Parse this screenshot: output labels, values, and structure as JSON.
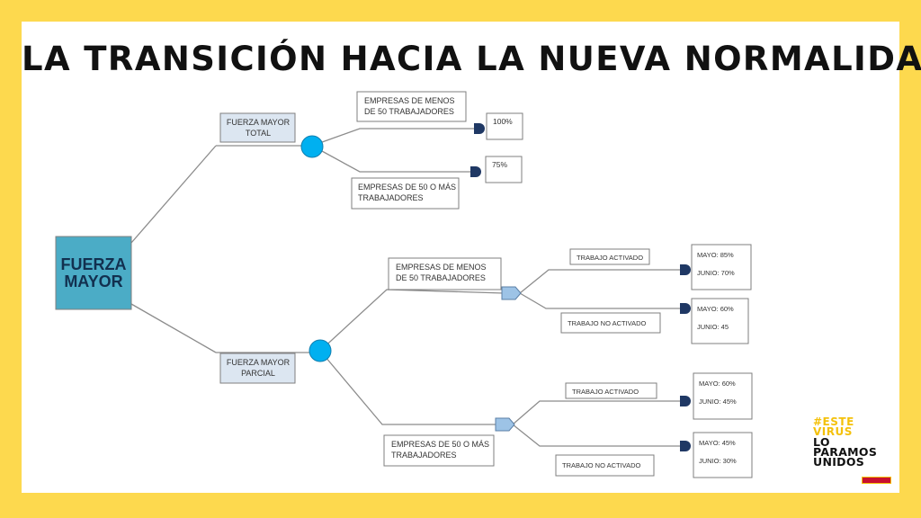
{
  "title": "LA TRANSICIÓN HACIA LA NUEVA NORMALIDAD",
  "colors": {
    "background": "#FDD94E",
    "root_fill": "#4BACC6",
    "chance_node": "#00B0F0",
    "decision_node": "#9DC3E6",
    "terminal": "#1F3864",
    "label_fill": "#DCE6F1"
  },
  "diagram": {
    "root": {
      "label_lines": [
        "FUERZA",
        "MAYOR"
      ]
    },
    "branches": [
      {
        "label_lines": [
          "FUERZA MAYOR",
          "TOTAL"
        ],
        "children": [
          {
            "label_lines": [
              "EMPRESAS DE MENOS",
              "DE 50 TRABAJADORES"
            ],
            "results": [
              "100%"
            ]
          },
          {
            "label_lines": [
              "EMPRESAS DE 50 O MÁS",
              "TRABAJADORES"
            ],
            "results": [
              "75%"
            ]
          }
        ]
      },
      {
        "label_lines": [
          "FUERZA MAYOR",
          "PARCIAL"
        ],
        "children": [
          {
            "label_lines": [
              "EMPRESAS DE MENOS",
              "DE 50 TRABAJADORES"
            ],
            "outcomes": [
              {
                "label": "TRABAJO ACTIVADO",
                "results": [
                  "MAYO: 85%",
                  "JUNIO: 70%"
                ]
              },
              {
                "label": "TRABAJO NO ACTIVADO",
                "results": [
                  "MAYO: 60%",
                  "JUNIO: 45"
                ]
              }
            ]
          },
          {
            "label_lines": [
              "EMPRESAS DE 50 O MÁS",
              "TRABAJADORES"
            ],
            "outcomes": [
              {
                "label": "TRABAJO ACTIVADO",
                "results": [
                  "MAYO: 60%",
                  "JUNIO: 45%"
                ]
              },
              {
                "label": "TRABAJO NO ACTIVADO",
                "results": [
                  "MAYO: 45%",
                  "JUNIO: 30%"
                ]
              }
            ]
          }
        ]
      }
    ]
  },
  "badge": {
    "line1": "#ESTE",
    "line2": "VIRUS",
    "line3": "LO",
    "line4": "PARAMOS",
    "line5": "UNIDOS"
  },
  "icons": {
    "government_logo": "spain-government-logo-icon"
  }
}
